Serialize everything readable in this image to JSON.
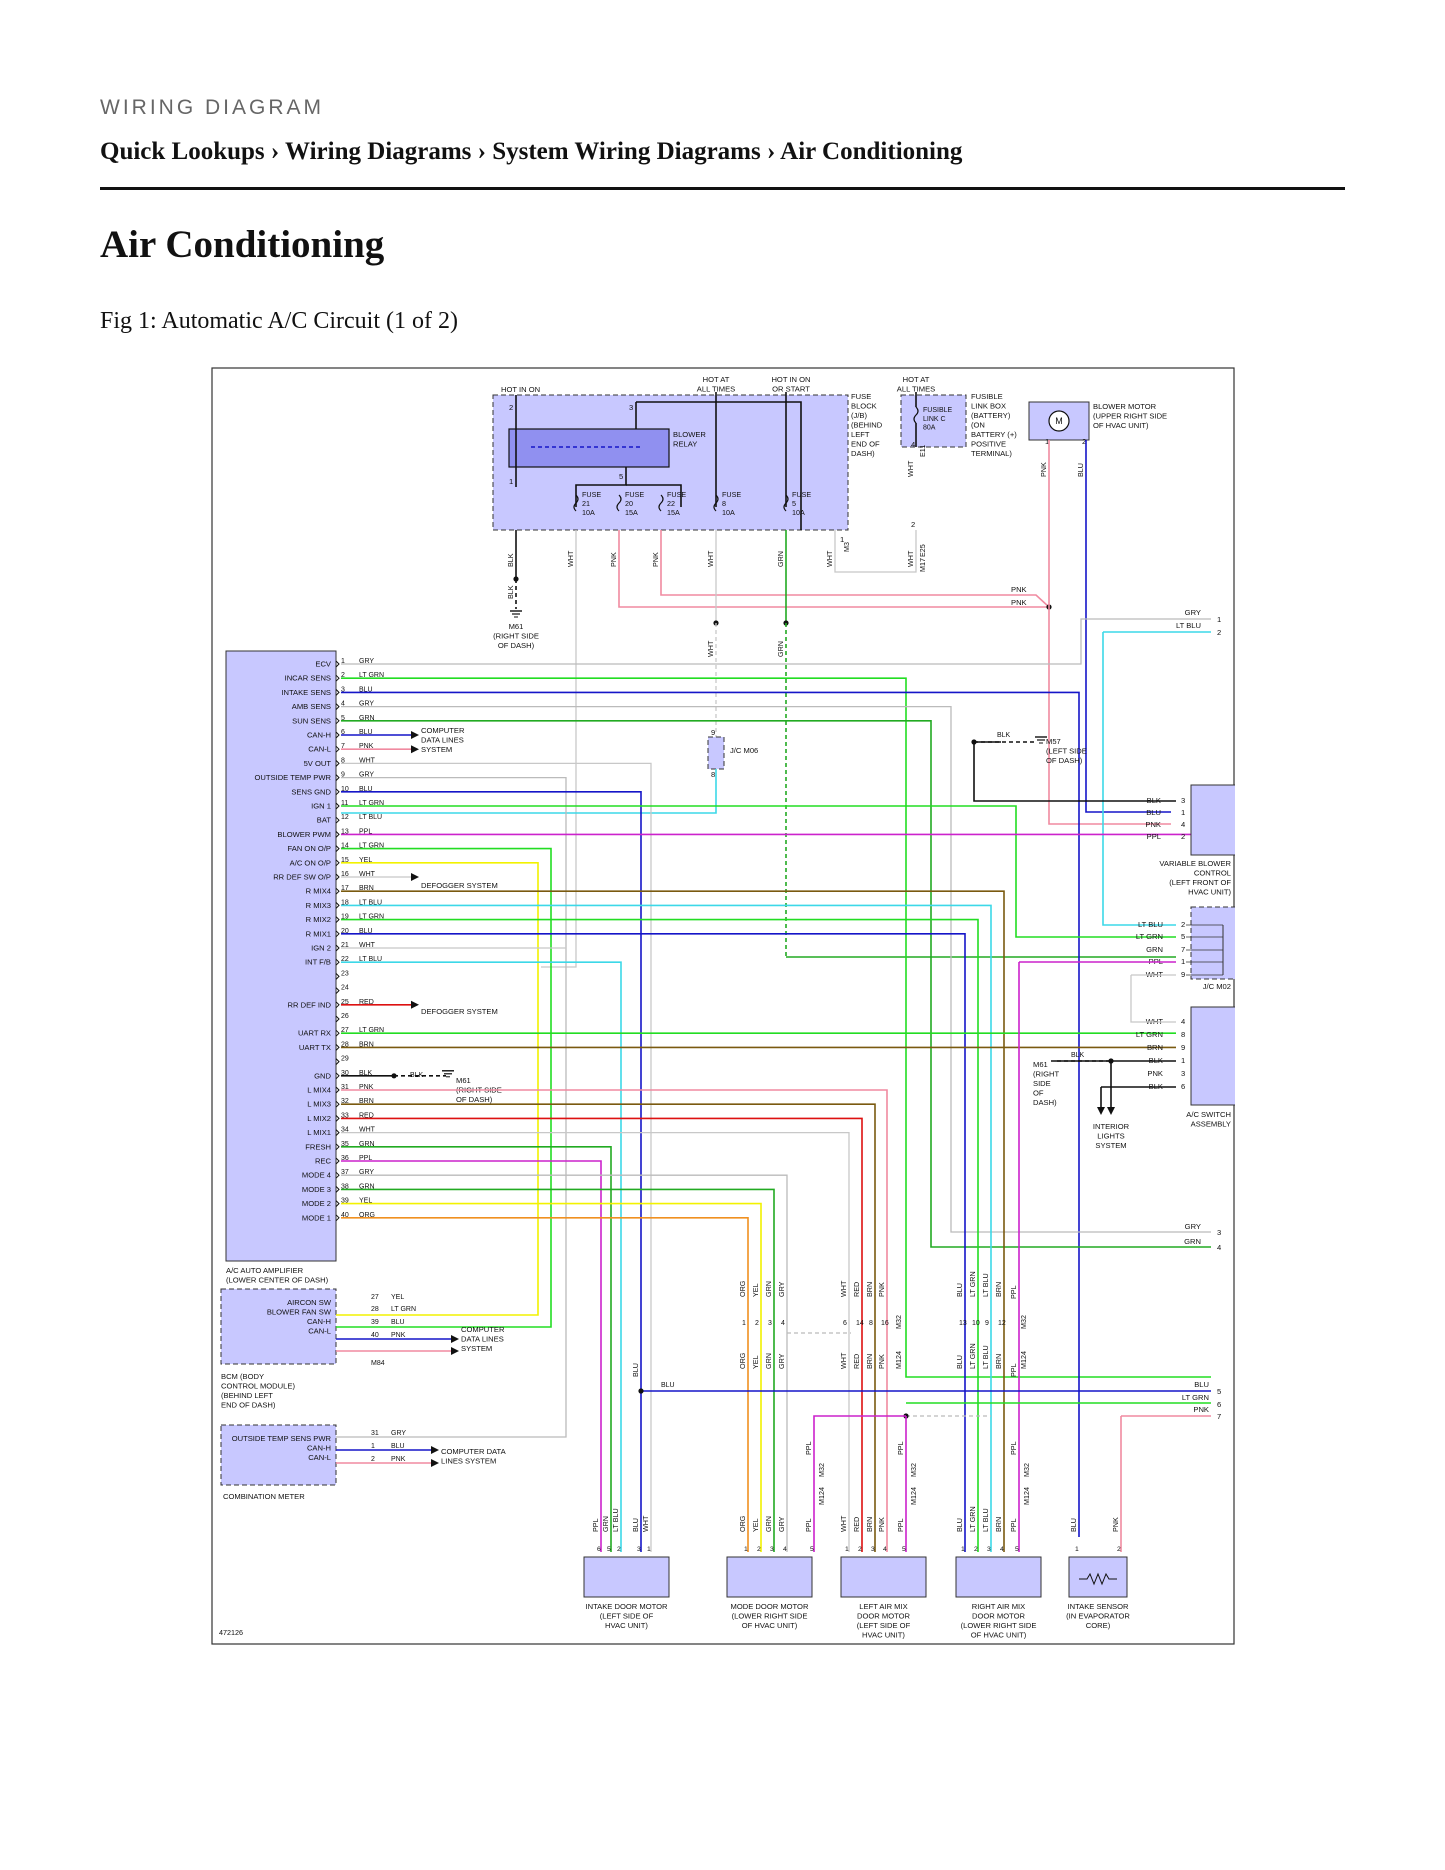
{
  "header": {
    "kicker": "WIRING DIAGRAM",
    "breadcrumb": "Quick Lookups › Wiring Diagrams › System Wiring Diagrams › Air Conditioning"
  },
  "page": {
    "title": "Air Conditioning",
    "figure_caption": "Fig 1: Automatic A/C Circuit (1 of 2)"
  },
  "colors": {
    "GRY": "#bbbbbb",
    "LT GRN": "#22dd22",
    "BLU": "#1515c8",
    "GRN": "#22aa22",
    "PNK": "#f08aa0",
    "WHT": "#c8c8c8",
    "LT BLU": "#3cd8e8",
    "PPL": "#cc22cc",
    "YEL": "#f2f200",
    "BRN": "#7a5a10",
    "RED": "#dd1111",
    "ORG": "#f09020",
    "BLK": "#111111",
    "module_fill": "#c8c8ff"
  },
  "diagram": {
    "figure_id": "472126",
    "amplifier": {
      "label": "A/C AUTO AMPLIFIER\n(LOWER CENTER OF DASH)",
      "pins": [
        {
          "n": "1",
          "name": "ECV",
          "wire": "GRY"
        },
        {
          "n": "2",
          "name": "INCAR SENS",
          "wire": "LT GRN"
        },
        {
          "n": "3",
          "name": "INTAKE SENS",
          "wire": "BLU"
        },
        {
          "n": "4",
          "name": "AMB SENS",
          "wire": "GRY"
        },
        {
          "n": "5",
          "name": "SUN SENS",
          "wire": "GRN"
        },
        {
          "n": "6",
          "name": "CAN-H",
          "wire": "BLU"
        },
        {
          "n": "7",
          "name": "CAN-L",
          "wire": "PNK"
        },
        {
          "n": "8",
          "name": "5V OUT",
          "wire": "WHT"
        },
        {
          "n": "9",
          "name": "OUTSIDE TEMP PWR",
          "wire": "GRY"
        },
        {
          "n": "10",
          "name": "SENS GND",
          "wire": "BLU"
        },
        {
          "n": "11",
          "name": "IGN 1",
          "wire": "LT GRN"
        },
        {
          "n": "12",
          "name": "BAT",
          "wire": "LT BLU"
        },
        {
          "n": "13",
          "name": "BLOWER PWM",
          "wire": "PPL"
        },
        {
          "n": "14",
          "name": "FAN ON O/P",
          "wire": "LT GRN"
        },
        {
          "n": "15",
          "name": "A/C ON O/P",
          "wire": "YEL"
        },
        {
          "n": "16",
          "name": "RR DEF SW O/P",
          "wire": "WHT"
        },
        {
          "n": "17",
          "name": "R MIX4",
          "wire": "BRN"
        },
        {
          "n": "18",
          "name": "R MIX3",
          "wire": "LT BLU"
        },
        {
          "n": "19",
          "name": "R MIX2",
          "wire": "LT GRN"
        },
        {
          "n": "20",
          "name": "R MIX1",
          "wire": "BLU"
        },
        {
          "n": "21",
          "name": "IGN 2",
          "wire": "WHT"
        },
        {
          "n": "22",
          "name": "INT F/B",
          "wire": "LT BLU"
        },
        {
          "n": "23",
          "name": "",
          "wire": ""
        },
        {
          "n": "24",
          "name": "",
          "wire": ""
        },
        {
          "n": "25",
          "name": "RR DEF IND",
          "wire": "RED"
        },
        {
          "n": "26",
          "name": "",
          "wire": ""
        },
        {
          "n": "27",
          "name": "UART RX",
          "wire": "LT GRN"
        },
        {
          "n": "28",
          "name": "UART TX",
          "wire": "BRN"
        },
        {
          "n": "29",
          "name": "",
          "wire": ""
        },
        {
          "n": "30",
          "name": "GND",
          "wire": "BLK"
        },
        {
          "n": "31",
          "name": "L MIX4",
          "wire": "PNK"
        },
        {
          "n": "32",
          "name": "L MIX3",
          "wire": "BRN"
        },
        {
          "n": "33",
          "name": "L MIX2",
          "wire": "RED"
        },
        {
          "n": "34",
          "name": "L MIX1",
          "wire": "WHT"
        },
        {
          "n": "35",
          "name": "FRESH",
          "wire": "GRN"
        },
        {
          "n": "36",
          "name": "REC",
          "wire": "PPL"
        },
        {
          "n": "37",
          "name": "MODE 4",
          "wire": "GRY"
        },
        {
          "n": "38",
          "name": "MODE 3",
          "wire": "GRN"
        },
        {
          "n": "39",
          "name": "MODE 2",
          "wire": "YEL"
        },
        {
          "n": "40",
          "name": "MODE 1",
          "wire": "ORG"
        }
      ]
    },
    "labels": {
      "hot_in_on": "HOT IN ON",
      "hot_at_all_times": "HOT AT\nALL TIMES",
      "hot_in_on_or_start": "HOT IN ON\nOR START",
      "blower_relay": "BLOWER\nRELAY",
      "fuse_block": "FUSE\nBLOCK\n(J/B)\n(BEHIND\nLEFT\nEND OF\nDASH)",
      "fusible_link_c": "FUSIBLE\nLINK C\n80A",
      "fusible_link_box": "FUSIBLE\nLINK BOX\n(BATTERY)\n(ON\nBATTERY (+)\nPOSITIVE\nTERMINAL)",
      "blower_motor": "BLOWER MOTOR\n(UPPER RIGHT SIDE\nOF HVAC UNIT)",
      "m61_top": "M61\n(RIGHT SIDE\nOF DASH)",
      "m61_mid": "M61\n(RIGHT SIDE\nOF DASH)",
      "m61_right": "M61\n(RIGHT\nSIDE\nOF\nDASH)",
      "m57": "M57\n(LEFT SIDE\nOF DASH)",
      "computer_data_lines": "COMPUTER\nDATA LINES\nSYSTEM",
      "jc_m06": "J/C M06",
      "defogger_1": "DEFOGGER SYSTEM",
      "defogger_2": "DEFOGGER SYSTEM",
      "variable_blower_control": "VARIABLE BLOWER\nCONTROL\n(LEFT FRONT OF\nHVAC UNIT)",
      "jc_m02": "J/C M02",
      "ac_switch_assembly": "A/C SWITCH\nASSEMBLY",
      "interior_lights": "INTERIOR\nLIGHTS\nSYSTEM",
      "bcm": "BCM (BODY\nCONTROL MODULE)\n(BEHIND LEFT\nEND OF DASH)",
      "bcm_pins": "AIRCON SW\nBLOWER FAN SW\nCAN-H\nCAN-L",
      "bcm_connector": "M84",
      "bcm_computer_data": "COMPUTER\nDATA LINES\nSYSTEM",
      "combination_meter": "COMBINATION METER",
      "meter_pins": "OUTSIDE TEMP SENS PWR\nCAN-H\nCAN-L",
      "meter_computer_data": "COMPUTER DATA\nLINES SYSTEM",
      "intake_door_motor": "INTAKE DOOR MOTOR\n(LEFT SIDE OF\nHVAC UNIT)",
      "mode_door_motor": "MODE DOOR MOTOR\n(LOWER RIGHT SIDE\nOF HVAC UNIT)",
      "left_air_mix": "LEFT AIR MIX\nDOOR MOTOR\n(LEFT SIDE OF\nHVAC UNIT)",
      "right_air_mix": "RIGHT AIR MIX\nDOOR MOTOR\n(LOWER RIGHT SIDE\nOF HVAC UNIT)",
      "intake_sensor": "INTAKE SENSOR\n(IN EVAPORATOR\nCORE)"
    },
    "fuses": [
      {
        "name": "FUSE",
        "num": "21",
        "rating": "10A"
      },
      {
        "name": "FUSE",
        "num": "20",
        "rating": "15A"
      },
      {
        "name": "FUSE",
        "num": "22",
        "rating": "15A"
      },
      {
        "name": "FUSE",
        "num": "8",
        "rating": "10A"
      },
      {
        "name": "FUSE",
        "num": "5",
        "rating": "10A"
      }
    ]
  }
}
